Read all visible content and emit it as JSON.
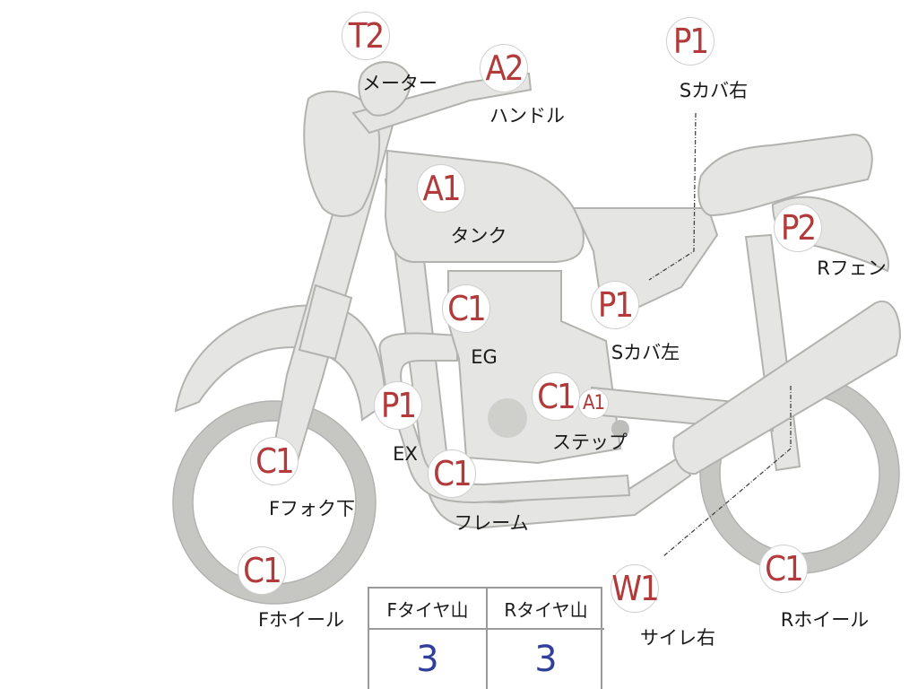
{
  "parts": {
    "meter": {
      "grade": "T2",
      "label": "メーター"
    },
    "handle": {
      "grade": "A2",
      "label": "ハンドル"
    },
    "side_cover_right": {
      "grade": "P1",
      "label": "Sカバ右"
    },
    "tank": {
      "grade": "A1",
      "label": "タンク"
    },
    "rear_fender": {
      "grade": "P2",
      "label": "Rフェン"
    },
    "engine": {
      "grade": "C1",
      "label": "EG"
    },
    "side_cover_left": {
      "grade": "P1",
      "label": "Sカバ左"
    },
    "exhaust": {
      "grade": "P1",
      "label": "EX"
    },
    "step": {
      "grade": "C1",
      "grade2": "A1",
      "label": "ステップ"
    },
    "front_fork_lower": {
      "grade": "C1",
      "label": "Fフォク下"
    },
    "frame": {
      "grade": "C1",
      "label": "フレーム"
    },
    "front_wheel": {
      "grade": "C1",
      "label": "Fホイール"
    },
    "silencer_right": {
      "grade": "W1",
      "label": "サイレ右"
    },
    "rear_wheel": {
      "grade": "C1",
      "label": "Rホイール"
    }
  },
  "tire_table": {
    "front_header": "Fタイヤ山",
    "rear_header": "Rタイヤ山",
    "front_value": "3",
    "rear_value": "3"
  },
  "colors": {
    "grade_text": "#b33a3a",
    "tire_value": "#2f3f9a",
    "bike_fill": "#e5e5e3"
  }
}
